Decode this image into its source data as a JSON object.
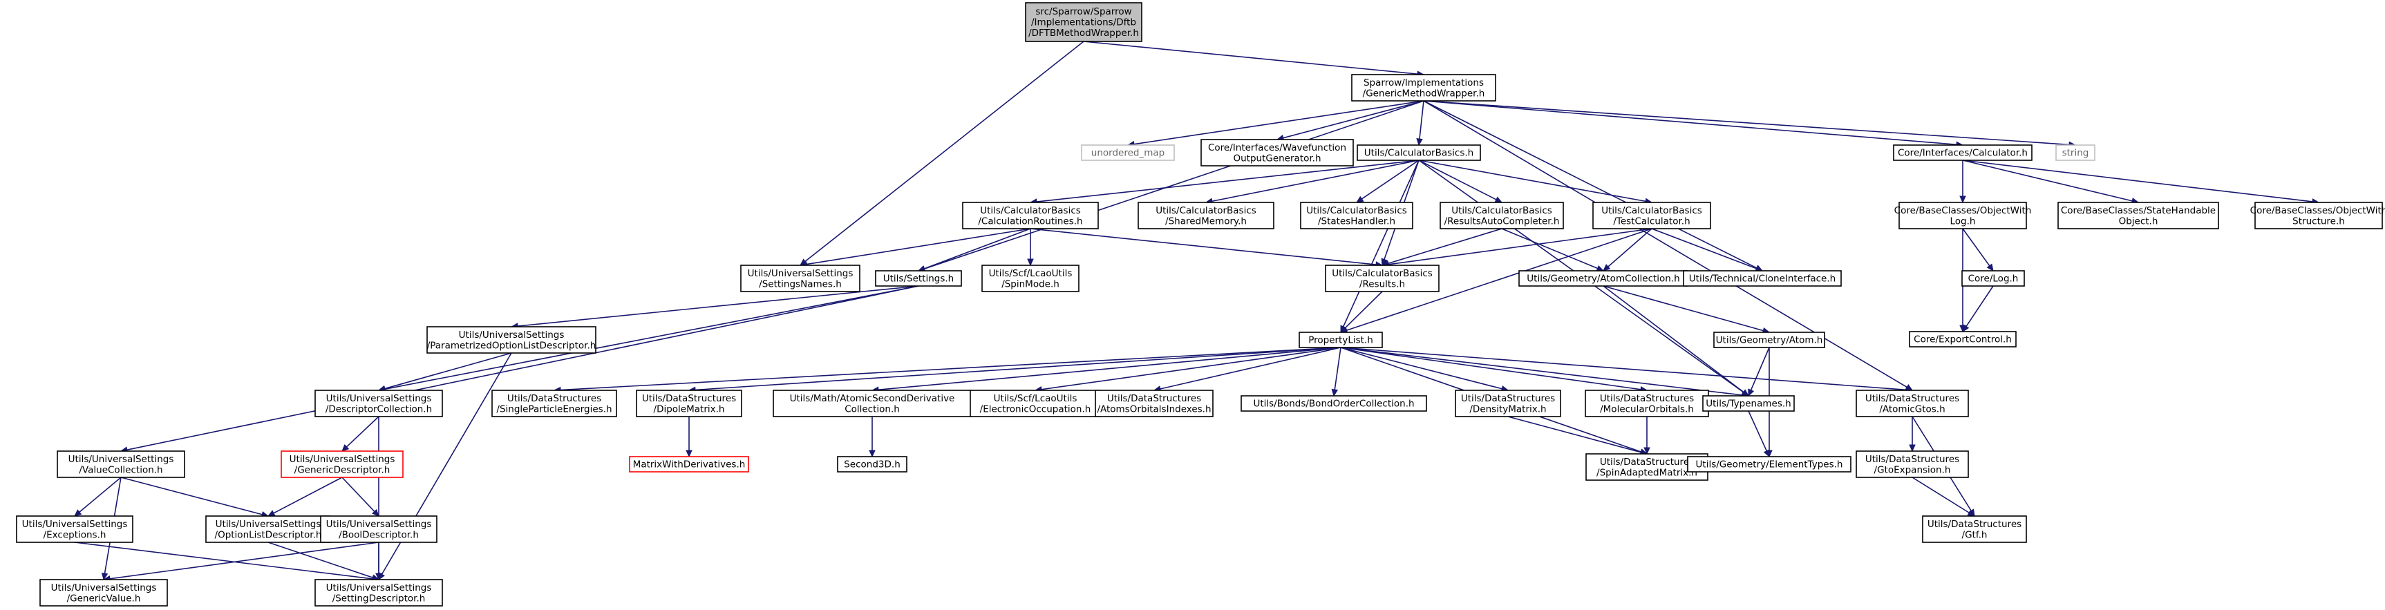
{
  "nodes": [
    {
      "id": "root",
      "lines": [
        "src/Sparrow/Sparrow",
        "/Implementations/Dftb",
        "/DFTBMethodWrapper.h"
      ],
      "style": "root"
    },
    {
      "id": "gmw",
      "lines": [
        "Sparrow/Implementations",
        "/GenericMethodWrapper.h"
      ]
    },
    {
      "id": "unordered",
      "lines": [
        "unordered_map"
      ],
      "style": "grey"
    },
    {
      "id": "wfog",
      "lines": [
        "Core/Interfaces/Wavefunction",
        "OutputGenerator.h"
      ]
    },
    {
      "id": "cbasics",
      "lines": [
        "Utils/CalculatorBasics.h"
      ]
    },
    {
      "id": "calcif",
      "lines": [
        "Core/Interfaces/Calculator.h"
      ]
    },
    {
      "id": "string",
      "lines": [
        "string"
      ],
      "style": "grey"
    },
    {
      "id": "calcroutines",
      "lines": [
        "Utils/CalculatorBasics",
        "/CalculationRoutines.h"
      ]
    },
    {
      "id": "sharedmem",
      "lines": [
        "Utils/CalculatorBasics",
        "/SharedMemory.h"
      ]
    },
    {
      "id": "stateshandler",
      "lines": [
        "Utils/CalculatorBasics",
        "/StatesHandler.h"
      ]
    },
    {
      "id": "resultsauto",
      "lines": [
        "Utils/CalculatorBasics",
        "/ResultsAutoCompleter.h"
      ]
    },
    {
      "id": "testcalc",
      "lines": [
        "Utils/CalculatorBasics",
        "/TestCalculator.h"
      ]
    },
    {
      "id": "objlog",
      "lines": [
        "Core/BaseClasses/ObjectWith",
        "Log.h"
      ]
    },
    {
      "id": "statehandable",
      "lines": [
        "Core/BaseClasses/StateHandable",
        "Object.h"
      ]
    },
    {
      "id": "objstruct",
      "lines": [
        "Core/BaseClasses/ObjectWith",
        "Structure.h"
      ]
    },
    {
      "id": "settingsnames",
      "lines": [
        "Utils/UniversalSettings",
        "/SettingsNames.h"
      ]
    },
    {
      "id": "settings",
      "lines": [
        "Utils/Settings.h"
      ]
    },
    {
      "id": "spinmode",
      "lines": [
        "Utils/Scf/LcaoUtils",
        "/SpinMode.h"
      ]
    },
    {
      "id": "results",
      "lines": [
        "Utils/CalculatorBasics",
        "/Results.h"
      ]
    },
    {
      "id": "atomcoll",
      "lines": [
        "Utils/Geometry/AtomCollection.h"
      ]
    },
    {
      "id": "clone",
      "lines": [
        "Utils/Technical/CloneInterface.h"
      ]
    },
    {
      "id": "corelog",
      "lines": [
        "Core/Log.h"
      ]
    },
    {
      "id": "exportctl",
      "lines": [
        "Core/ExportControl.h"
      ]
    },
    {
      "id": "paramopt",
      "lines": [
        "Utils/UniversalSettings",
        "/ParametrizedOptionListDescriptor.h"
      ]
    },
    {
      "id": "proplist",
      "lines": [
        "PropertyList.h"
      ]
    },
    {
      "id": "atom",
      "lines": [
        "Utils/Geometry/Atom.h"
      ]
    },
    {
      "id": "desccoll",
      "lines": [
        "Utils/UniversalSettings",
        "/DescriptorCollection.h"
      ]
    },
    {
      "id": "spe",
      "lines": [
        "Utils/DataStructures",
        "/SingleParticleEnergies.h"
      ]
    },
    {
      "id": "dipole",
      "lines": [
        "Utils/DataStructures",
        "/DipoleMatrix.h"
      ]
    },
    {
      "id": "atomicsecond",
      "lines": [
        "Utils/Math/AtomicSecondDerivative",
        "Collection.h"
      ]
    },
    {
      "id": "elocc",
      "lines": [
        "Utils/Scf/LcaoUtils",
        "/ElectronicOccupation.h"
      ]
    },
    {
      "id": "aoidx",
      "lines": [
        "Utils/DataStructures",
        "/AtomsOrbitalsIndexes.h"
      ]
    },
    {
      "id": "boc",
      "lines": [
        "Utils/Bonds/BondOrderCollection.h"
      ]
    },
    {
      "id": "density",
      "lines": [
        "Utils/DataStructures",
        "/DensityMatrix.h"
      ]
    },
    {
      "id": "molorb",
      "lines": [
        "Utils/DataStructures",
        "/MolecularOrbitals.h"
      ]
    },
    {
      "id": "typenames",
      "lines": [
        "Utils/Typenames.h"
      ]
    },
    {
      "id": "atomicgtos",
      "lines": [
        "Utils/DataStructures",
        "/AtomicGtos.h"
      ]
    },
    {
      "id": "valcoll",
      "lines": [
        "Utils/UniversalSettings",
        "/ValueCollection.h"
      ]
    },
    {
      "id": "gendesc",
      "lines": [
        "Utils/UniversalSettings",
        "/GenericDescriptor.h"
      ],
      "style": "red"
    },
    {
      "id": "mwd",
      "lines": [
        "MatrixWithDerivatives.h"
      ],
      "style": "red"
    },
    {
      "id": "second3d",
      "lines": [
        "Second3D.h"
      ]
    },
    {
      "id": "spinadapted",
      "lines": [
        "Utils/DataStructures",
        "/SpinAdaptedMatrix.h"
      ]
    },
    {
      "id": "eltypes",
      "lines": [
        "Utils/Geometry/ElementTypes.h"
      ]
    },
    {
      "id": "gtoexp",
      "lines": [
        "Utils/DataStructures",
        "/GtoExpansion.h"
      ]
    },
    {
      "id": "exceptions",
      "lines": [
        "Utils/UniversalSettings",
        "/Exceptions.h"
      ]
    },
    {
      "id": "optlist",
      "lines": [
        "Utils/UniversalSettings",
        "/OptionListDescriptor.h"
      ]
    },
    {
      "id": "booldesc",
      "lines": [
        "Utils/UniversalSettings",
        "/BoolDescriptor.h"
      ]
    },
    {
      "id": "gtf",
      "lines": [
        "Utils/DataStructures",
        "/Gtf.h"
      ]
    },
    {
      "id": "genvalue",
      "lines": [
        "Utils/UniversalSettings",
        "/GenericValue.h"
      ]
    },
    {
      "id": "settingdesc",
      "lines": [
        "Utils/UniversalSettings",
        "/SettingDescriptor.h"
      ]
    }
  ],
  "edges": [
    [
      "root",
      "gmw"
    ],
    [
      "root",
      "settingsnames"
    ],
    [
      "gmw",
      "unordered"
    ],
    [
      "gmw",
      "wfog"
    ],
    [
      "gmw",
      "cbasics"
    ],
    [
      "gmw",
      "calcif"
    ],
    [
      "gmw",
      "string"
    ],
    [
      "gmw",
      "settings"
    ],
    [
      "gmw",
      "clone"
    ],
    [
      "gmw",
      "atomicgtos"
    ],
    [
      "cbasics",
      "calcroutines"
    ],
    [
      "cbasics",
      "sharedmem"
    ],
    [
      "cbasics",
      "stateshandler"
    ],
    [
      "cbasics",
      "resultsauto"
    ],
    [
      "cbasics",
      "testcalc"
    ],
    [
      "cbasics",
      "results"
    ],
    [
      "cbasics",
      "proplist"
    ],
    [
      "cbasics",
      "typenames"
    ],
    [
      "calcif",
      "objlog"
    ],
    [
      "calcif",
      "statehandable"
    ],
    [
      "calcif",
      "objstruct"
    ],
    [
      "objlog",
      "corelog"
    ],
    [
      "objlog",
      "exportctl"
    ],
    [
      "corelog",
      "exportctl"
    ],
    [
      "calcroutines",
      "settingsnames"
    ],
    [
      "calcroutines",
      "settings"
    ],
    [
      "calcroutines",
      "spinmode"
    ],
    [
      "calcroutines",
      "results"
    ],
    [
      "resultsauto",
      "results"
    ],
    [
      "resultsauto",
      "atomcoll"
    ],
    [
      "testcalc",
      "results"
    ],
    [
      "testcalc",
      "atomcoll"
    ],
    [
      "testcalc",
      "clone"
    ],
    [
      "testcalc",
      "proplist"
    ],
    [
      "results",
      "proplist"
    ],
    [
      "atomcoll",
      "atom"
    ],
    [
      "atomcoll",
      "typenames"
    ],
    [
      "atom",
      "typenames"
    ],
    [
      "atom",
      "eltypes"
    ],
    [
      "settings",
      "paramopt"
    ],
    [
      "settings",
      "desccoll"
    ],
    [
      "settings",
      "valcoll"
    ],
    [
      "paramopt",
      "desccoll"
    ],
    [
      "paramopt",
      "settingdesc"
    ],
    [
      "proplist",
      "spe"
    ],
    [
      "proplist",
      "dipole"
    ],
    [
      "proplist",
      "atomicsecond"
    ],
    [
      "proplist",
      "elocc"
    ],
    [
      "proplist",
      "aoidx"
    ],
    [
      "proplist",
      "boc"
    ],
    [
      "proplist",
      "density"
    ],
    [
      "proplist",
      "molorb"
    ],
    [
      "proplist",
      "typenames"
    ],
    [
      "proplist",
      "atomicgtos"
    ],
    [
      "proplist",
      "spinadapted"
    ],
    [
      "dipole",
      "mwd"
    ],
    [
      "atomicsecond",
      "second3d"
    ],
    [
      "density",
      "spinadapted"
    ],
    [
      "molorb",
      "spinadapted"
    ],
    [
      "typenames",
      "eltypes"
    ],
    [
      "atomicgtos",
      "gtoexp"
    ],
    [
      "atomicgtos",
      "gtf"
    ],
    [
      "gtoexp",
      "gtf"
    ],
    [
      "desccoll",
      "gendesc"
    ],
    [
      "desccoll",
      "settingdesc"
    ],
    [
      "gendesc",
      "optlist"
    ],
    [
      "gendesc",
      "booldesc"
    ],
    [
      "valcoll",
      "exceptions"
    ],
    [
      "valcoll",
      "optlist"
    ],
    [
      "valcoll",
      "genvalue"
    ],
    [
      "exceptions",
      "settingdesc"
    ],
    [
      "optlist",
      "settingdesc"
    ],
    [
      "booldesc",
      "settingdesc"
    ],
    [
      "booldesc",
      "genvalue"
    ]
  ]
}
